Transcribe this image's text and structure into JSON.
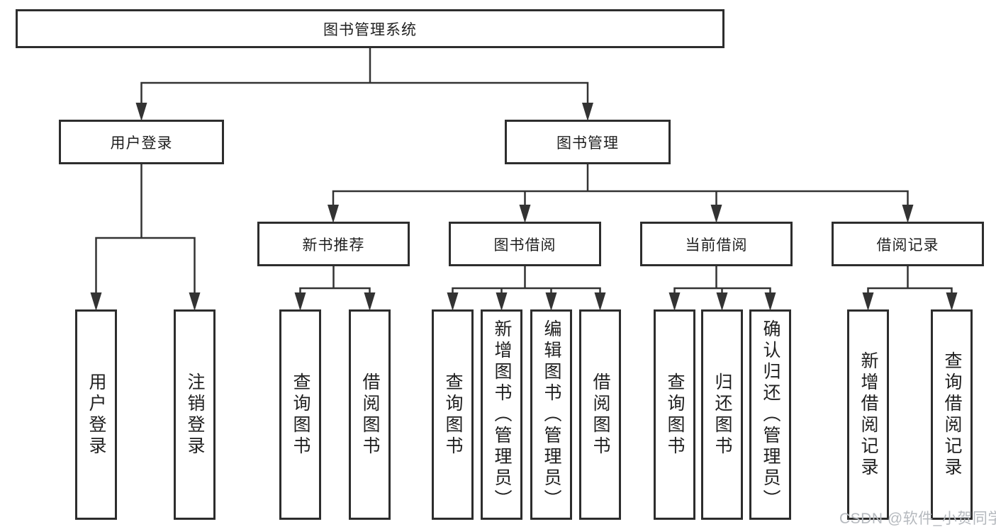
{
  "diagram": {
    "root": {
      "label": "图书管理系统"
    },
    "branches": [
      {
        "label": "用户登录",
        "children": [
          {
            "label": "用户登录"
          },
          {
            "label": "注销登录"
          }
        ]
      },
      {
        "label": "图书管理",
        "children": [
          {
            "label": "新书推荐",
            "children": [
              {
                "label": "查询图书"
              },
              {
                "label": "借阅图书"
              }
            ]
          },
          {
            "label": "图书借阅",
            "children": [
              {
                "label": "查询图书"
              },
              {
                "label": "新增图书（管理员）"
              },
              {
                "label": "编辑图书（管理员）"
              },
              {
                "label": "借阅图书"
              }
            ]
          },
          {
            "label": "当前借阅",
            "children": [
              {
                "label": "查询图书"
              },
              {
                "label": "归还图书"
              },
              {
                "label": "确认归还（管理员）"
              }
            ]
          },
          {
            "label": "借阅记录",
            "children": [
              {
                "label": "新增借阅记录"
              },
              {
                "label": "查询借阅记录"
              }
            ]
          }
        ]
      }
    ]
  },
  "watermark": "CSDN @软件_小贺同学",
  "colors": {
    "background": "#ffffff",
    "line": "#333333",
    "box_border": "#2d2d2d",
    "text": "#1f1f1f",
    "watermark": "#b5b9be"
  }
}
